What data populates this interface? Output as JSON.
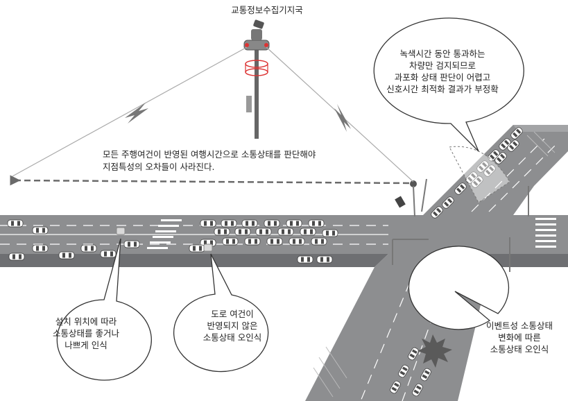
{
  "title": "교통정보수집기지국",
  "main_note": {
    "line1": "모든 주행여건이 반영된 여행시간으로 소통상태를 판단해야",
    "line2": "지점특성의 오차들이 사라진다."
  },
  "bubbles": {
    "install_location": [
      "설치 위치에 따라",
      "소통상태를 좋거나",
      "나쁘게 인식"
    ],
    "road_condition": [
      "도로 여건이",
      "반영되지 않은",
      "소통상태 오인식"
    ],
    "green_time": [
      "녹색시간 동안 통과하는",
      "차량만 검지되므로",
      "과포화 상태 판단이 어렵고",
      "신호시간 최적화 결과가 부정확"
    ],
    "event": [
      "이벤트성 소통상태",
      "변화에 따른",
      "소통상태 오인식"
    ]
  },
  "colors": {
    "road": "#8d8e90",
    "road_dark": "#6e6f72",
    "lane_marking": "#ffffff",
    "signal_arrow": "#6a6a6a",
    "car_body": "#ffffff",
    "car_window": "#4a4a4a"
  },
  "icons": [
    "antenna-tower-icon",
    "signal-arrow-icon",
    "lightning-icon",
    "detector-icon",
    "camera-icon",
    "crash-icon"
  ]
}
